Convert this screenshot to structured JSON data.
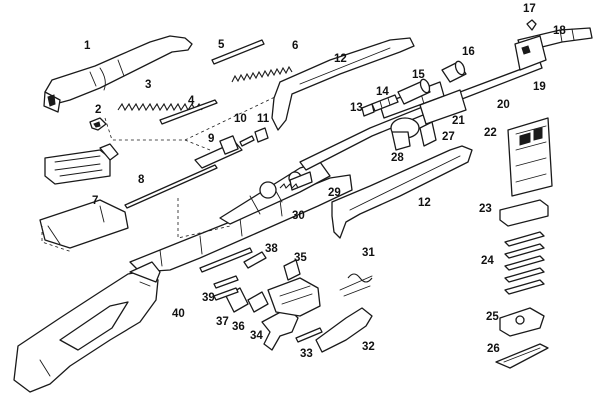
{
  "diagram": {
    "callouts": [
      "1",
      "2",
      "3",
      "4",
      "5",
      "6",
      "7",
      "8",
      "9",
      "10",
      "11",
      "12",
      "12",
      "13",
      "14",
      "15",
      "16",
      "17",
      "18",
      "19",
      "20",
      "21",
      "22",
      "23",
      "24",
      "25",
      "26",
      "27",
      "28",
      "29",
      "30",
      "31",
      "32",
      "33",
      "34",
      "35",
      "36",
      "37",
      "38",
      "39",
      "40"
    ]
  }
}
